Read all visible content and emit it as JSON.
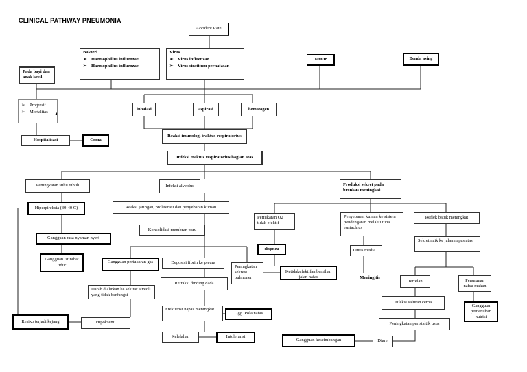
{
  "title": "CLINICAL PATHWAY PNEUMONIA",
  "nodes": {
    "accident_rate": "Accident Rate",
    "bakteri_title": "Bakteri",
    "bakteri_items": [
      "Haemophillus influenzae",
      "Haemophillus influenzae"
    ],
    "virus_title": "Virus",
    "virus_items": [
      "Virus influenzae",
      "Virus sincitium pernafasan"
    ],
    "jamur": "Jamur",
    "benda_asing": "Benda asing",
    "bayi": "Pada bayi dan anak kecil",
    "progresif_items": [
      "Progresif",
      "Mortalitas"
    ],
    "hospitalisasi": "Hospitalisasi",
    "coma": "Coma",
    "inhalasi": "inhalasi",
    "aspirasi": "aspirasi",
    "hematogen": "hematogen",
    "reaksi_imunologi": "Reaksi imunologi traktus respiratorius",
    "infeksi_traktus": "Infeksi traktus respiratorius bagian atas",
    "peningkatan_suhu": "Peningkatan suhu tubuh",
    "hiperpireksia": "Hiperpireksia (39-40 C)",
    "gangguan_nyeri": "Gangguan rasa nyaman nyeri",
    "gangguan_tidur": "Gangguan istirahat tidur",
    "resiko_kejang": "Resiko terjadi kejang",
    "infeksi_alveolus": "Infeksi alveolus",
    "reaksi_jaringan": "Reaksi jaringan, proliferasi dan penyebaran kuman",
    "konsolidasi": "Konsolidasi membran paru",
    "gangguan_pertukaran": "Gangguan pertukaran gas",
    "deposisi": "Deposisi fibrin ke pleura",
    "retraksi": "Retraksi dinding dada",
    "darah_dialirkan": "Darah dialirkan ke sekitar alveoli yang tidak berfungsi",
    "hipoksemi": "Hipoksemi",
    "frekuensi": "Frekuensi napas meningkat",
    "pola_nafas": "Ggg. Pola nafas",
    "kelelahan": "Kelelahan",
    "intoleransi": "Intoleransi",
    "produksi_sekret": "Produksi sekret pada bronkus meningkat",
    "pertukaran_o2": "Pertukaran O2 tidak efektif",
    "dispnea": "dispnea",
    "peningkatan_sekresi": "Peningkatan sekresi pulmoner",
    "ketidakefektifan": "Ketidakefektifan bersihan jalan nafas",
    "penyebaran_kuman": "Penyebaran kuman ke sistem pendengaran melalui tuba eustachius",
    "otitis": "Otitis media",
    "meningitis": "Meningitis",
    "reflek_batuk": "Reflek batuk meningkat",
    "sekret_naik": "Sekret naik ke jalan napas atas",
    "tertelan": "Tertelan",
    "infeksi_cerna": "Infeksi saluran cerna",
    "peristaltik": "Peningkatan peristaltik usus",
    "diare": "Diare",
    "gangguan_keseimbangan": "Gangguan keseimbangan",
    "penurunan_nafsu": "Penurunan nafsu makan",
    "gangguan_nutrisi": "Gangguan pemenuhan nutrisi"
  },
  "icons": {
    "bullet": "➢",
    "arrow_up": "up-arrow"
  }
}
